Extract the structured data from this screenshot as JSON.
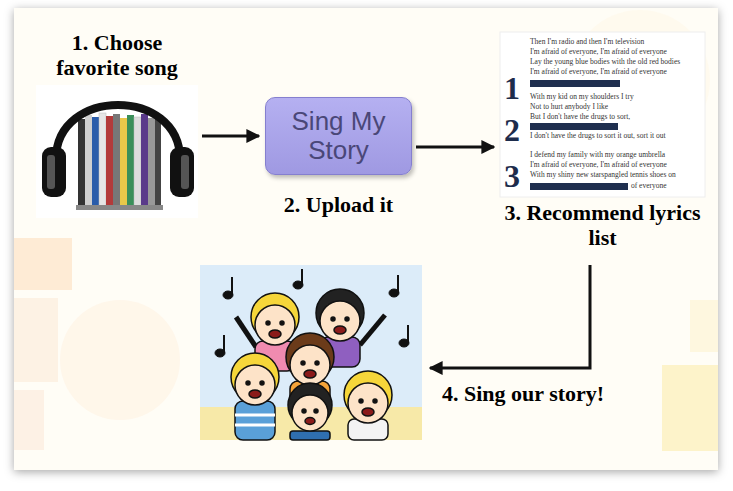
{
  "diagram": {
    "nodes": [
      {
        "text": [
          "1. Choose favorite song"
        ]
      },
      {
        "text": [
          "Sing My Story",
          "2. Upload it"
        ]
      },
      {
        "text": [
          "Then I'm radio and then I'm television",
          "I'm afraid of everyone, I'm afraid of everyone",
          "Lay the young blue bodies with the old red bodies",
          "I'm afraid of everyone, I'm afraid of everyone",
          "1",
          "With my kid on my shoulders I try",
          "Not to hurt anybody I like",
          "But I don't have the drugs to sort,",
          "I don't have the drugs to sort it out, sort it out",
          "2",
          "I defend my family with my orange umbrella",
          "I'm afraid of everyone, I'm afraid of everyone",
          "With my shiny new starspangled tennis shoes on",
          "3",
          "of everyone",
          "3. Recommend lyrics list"
        ]
      },
      {
        "text": [
          "4. Sing our story!"
        ]
      }
    ],
    "edges": [
      {
        "from": 0,
        "to": 1,
        "arrow": "to"
      },
      {
        "from": 1,
        "to": 2,
        "arrow": "to"
      },
      {
        "from": 2,
        "to": 3,
        "arrow": "to"
      }
    ]
  }
}
